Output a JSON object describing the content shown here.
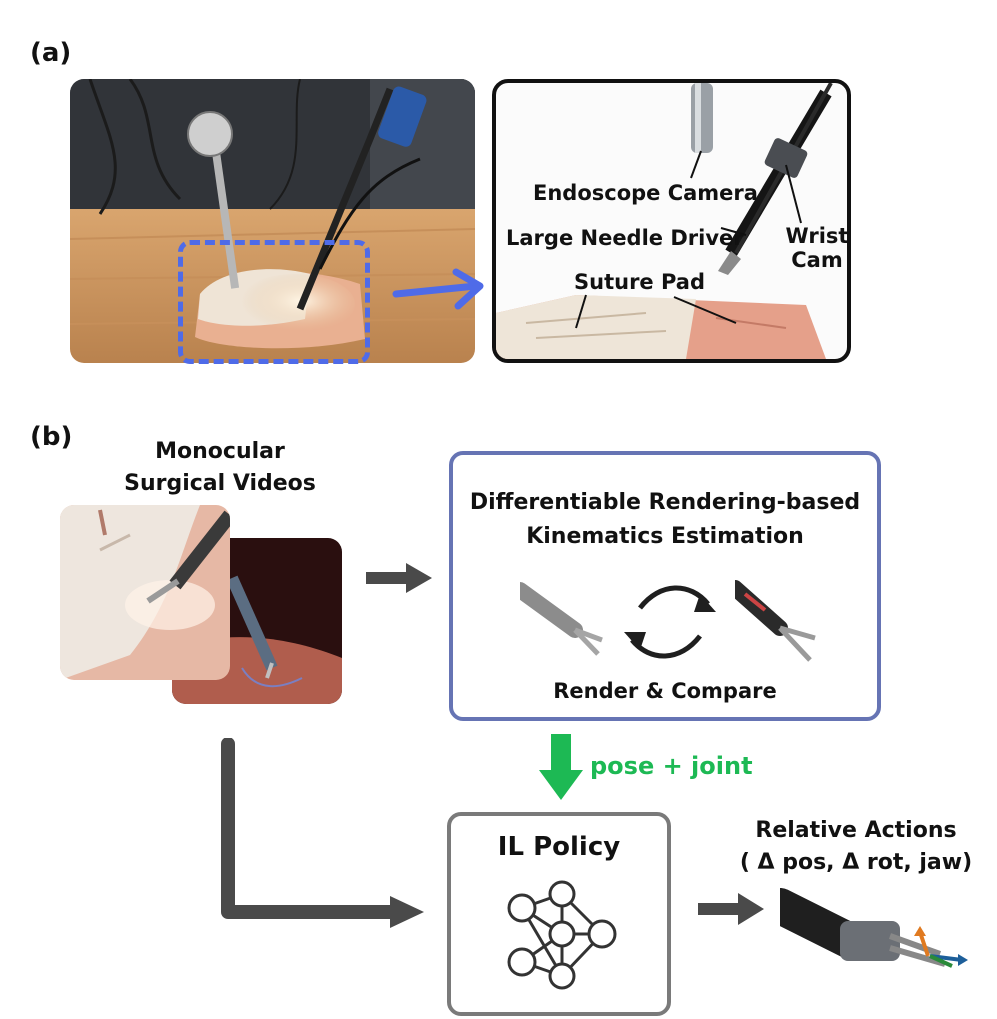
{
  "panel_a": {
    "label": "(a)",
    "callouts": {
      "endoscope": "Endoscope Camera",
      "needle_driver": "Large Needle Driver",
      "wrist_cam_line1": "Wrist",
      "wrist_cam_line2": "Cam",
      "suture_pad": "Suture Pad"
    }
  },
  "panel_b": {
    "label": "(b)",
    "videos_title_line1": "Monocular",
    "videos_title_line2": "Surgical Videos",
    "estimation_title_line1": "Differentiable Rendering-based",
    "estimation_title_line2": "Kinematics Estimation",
    "render_compare": "Render & Compare",
    "pose_joint": "pose + joint",
    "policy_title": "IL Policy",
    "actions_title_line1": "Relative Actions",
    "actions_title_line2": "( Δ pos, Δ rot, jaw)"
  },
  "colors": {
    "dashed_box": "#4f6be8",
    "arrow_blue": "#4f6be8",
    "estimation_border": "#6674b4",
    "policy_border": "#7a7a7a",
    "flow_arrow": "#4a4a4a",
    "pose_arrow": "#1db954"
  },
  "icons": [
    "robot-arm-setup-photo",
    "zoom-photo",
    "surgical-video-frame",
    "render-tool-icon",
    "compare-tool-icon",
    "cycle-arrows-icon",
    "neural-network-icon",
    "gripper-axes-icon"
  ]
}
